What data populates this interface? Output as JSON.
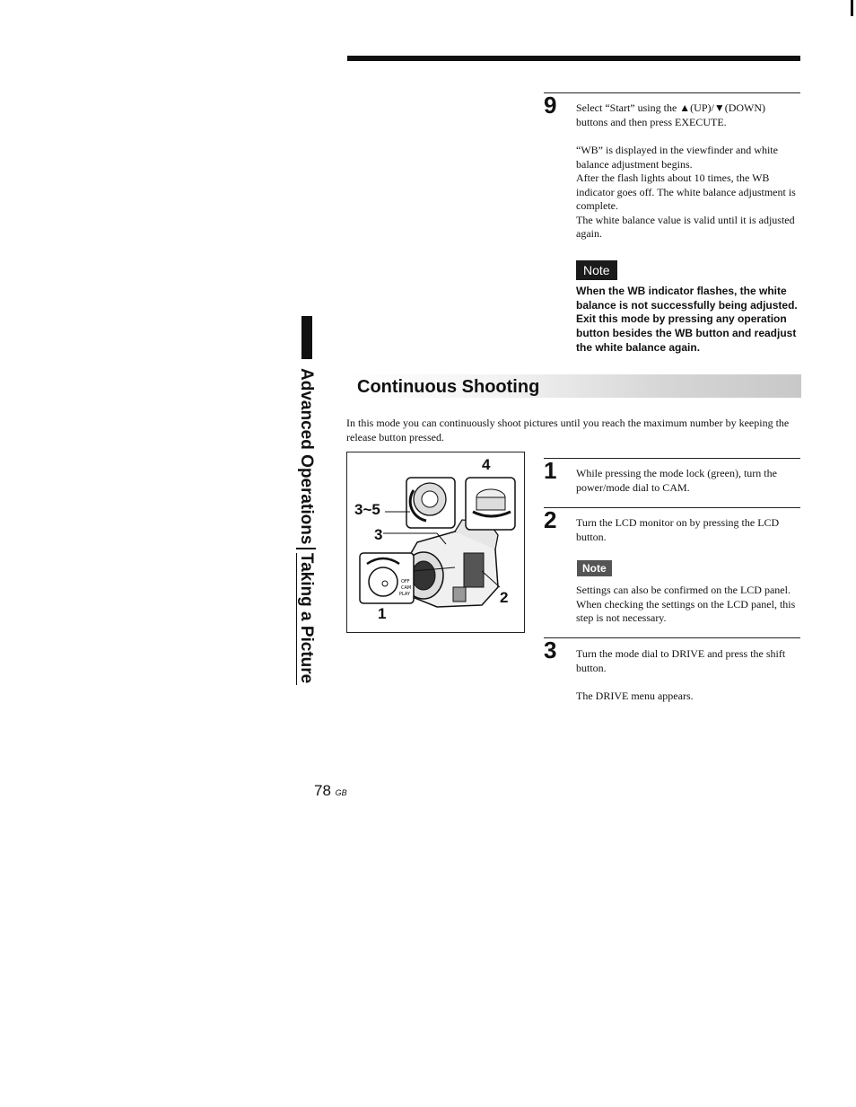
{
  "side_tab": {
    "chapter": "Advanced Operations",
    "section": "Taking a Picture"
  },
  "step9": {
    "number": "9",
    "instruction": "Select “Start” using the ▲(UP)/▼(DOWN) buttons and then press EXECUTE.",
    "result_1": "“WB” is displayed in the viewfinder and white balance adjustment begins.",
    "result_2": "After the flash lights about 10 times, the WB indicator goes off. The white balance adjustment is complete.",
    "result_3": "The white balance value is valid until it is adjusted again."
  },
  "note1": {
    "badge": "Note",
    "text": "When the WB indicator flashes, the white balance is not successfully being adjusted. Exit this mode by pressing any operation button besides the WB button and readjust the white balance again."
  },
  "section": {
    "title": "Continuous Shooting",
    "intro": "In this mode you can continuously shoot pictures until you reach the maximum number by keeping the release button pressed."
  },
  "figure": {
    "labels": {
      "l4": "4",
      "l35": "3~5",
      "l3": "3",
      "l2": "2",
      "l1": "1"
    },
    "dial_labels": {
      "off": "OFF",
      "cam": "CAM",
      "play": "PLAY"
    }
  },
  "step1": {
    "number": "1",
    "instruction": "While pressing the mode lock (green), turn the power/mode dial to CAM."
  },
  "step2": {
    "number": "2",
    "instruction": "Turn the LCD monitor on by pressing the LCD button."
  },
  "note2": {
    "badge": "Note",
    "text": "Settings can also be confirmed on the LCD panel. When checking the settings on the LCD panel, this step is not necessary."
  },
  "step3": {
    "number": "3",
    "instruction": "Turn the mode dial to DRIVE and press the shift button.",
    "result": "The DRIVE menu appears."
  },
  "footer": {
    "page_number": "78",
    "region": "GB"
  },
  "colors": {
    "ink": "#111111",
    "badge_bg": "#1a1a1a",
    "band_gray": "#c8c8c8"
  }
}
